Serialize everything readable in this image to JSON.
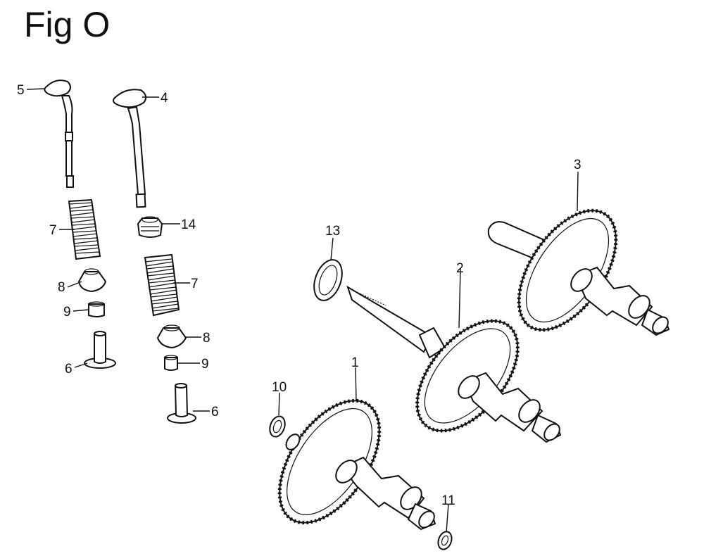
{
  "figure": {
    "title": "Fig O"
  },
  "callouts": {
    "c5": "5",
    "c4": "4",
    "c7a": "7",
    "c14": "14",
    "c7b": "7",
    "c8a": "8",
    "c9a": "9",
    "c6a": "6",
    "c8b": "8",
    "c9b": "9",
    "c6b": "6",
    "c13": "13",
    "c2": "2",
    "c3": "3",
    "c1": "1",
    "c10": "10",
    "c11": "11"
  }
}
